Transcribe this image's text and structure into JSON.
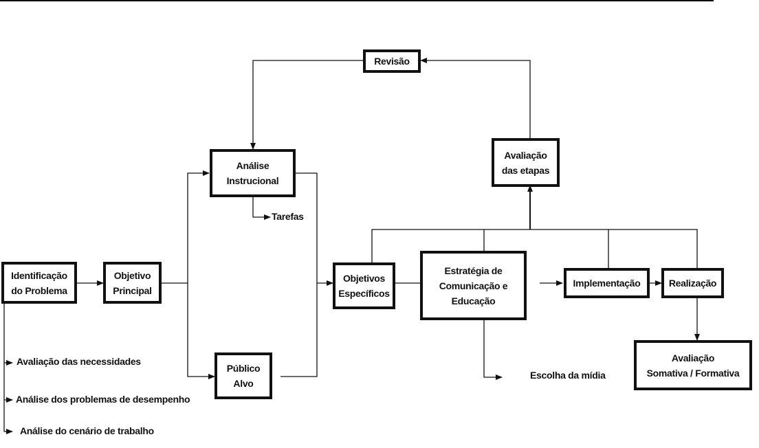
{
  "diagram": {
    "boxes": {
      "revisao": "Revisão",
      "analise_instrucional": [
        "Análise",
        "Instrucional"
      ],
      "avaliacao_etapas": [
        "Avaliação",
        "das etapas"
      ],
      "identificacao": [
        "Identificação",
        "do Problema"
      ],
      "objetivo_principal": [
        "Objetivo",
        "Principal"
      ],
      "publico_alvo": [
        "Público",
        "Alvo"
      ],
      "objetivos_especificos": [
        "Objetivos",
        "Específicos"
      ],
      "estrategia": [
        "Estratégia de",
        "Comunicação e",
        "Educação"
      ],
      "implementacao": "Implementação",
      "realizacao": "Realização",
      "avaliacao_somativa": [
        "Avaliação",
        "Somativa / Formativa"
      ]
    },
    "labels": {
      "tarefas": "Tarefas",
      "escolha_midia": "Escolha da mídia",
      "avaliacao_necessidades": "Avaliação das necessidades",
      "analise_problemas": "Análise dos problemas de desempenho",
      "analise_cenario": "Análise do cenário de trabalho"
    }
  }
}
